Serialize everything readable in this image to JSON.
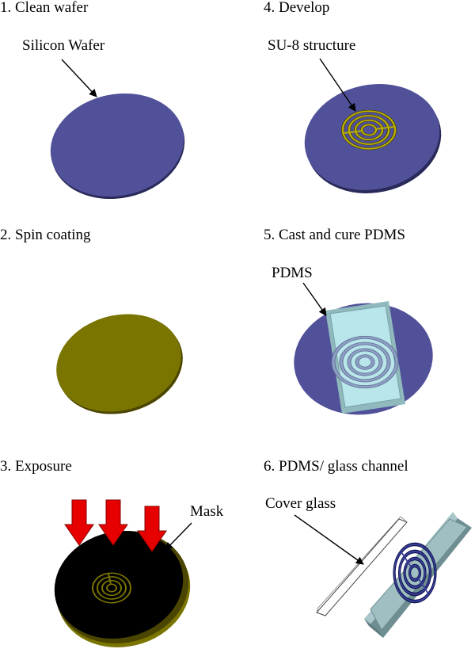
{
  "steps": [
    {
      "title": "1. Clean wafer",
      "label": "Silicon Wafer"
    },
    {
      "title": "2. Spin coating"
    },
    {
      "title": "3. Exposure",
      "label": "Mask"
    },
    {
      "title": "4. Develop",
      "label": "SU-8 structure"
    },
    {
      "title": "5. Cast and cure PDMS",
      "label": "PDMS"
    },
    {
      "title": "6. PDMS/ glass channel",
      "label": "Cover glass"
    }
  ],
  "colors": {
    "wafer": "#51519a",
    "su8": "#7a7400",
    "mask": "#000000",
    "arrow": "#e60000",
    "pdms": "#b9e6ea",
    "channel": "#2a2d7a"
  }
}
